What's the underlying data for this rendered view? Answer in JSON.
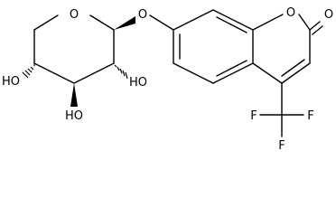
{
  "atoms": {
    "ring_o_sugar": "O",
    "glycosidic_o": "O",
    "lactone_o": "O",
    "carbonyl_o": "O",
    "hydroxyl_left": "HO",
    "hydroxyl_right": "HO",
    "hydroxyl_bottom": "HO",
    "fluorine_left": "F",
    "fluorine_right": "F",
    "fluorine_bottom": "F"
  },
  "colors": {
    "ink": "#000000",
    "background": "#ffffff"
  }
}
